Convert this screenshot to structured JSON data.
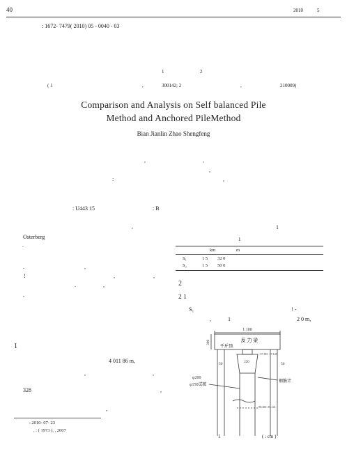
{
  "header": {
    "page_number": "40",
    "year": "2010",
    "issue": "5"
  },
  "article_id": ": 1672- 7479( 2010) 05 - 0040 - 03",
  "title_cn_marks": [
    "1",
    "2"
  ],
  "affiliation": {
    "line": "( 1",
    "sep1": ",",
    "zip1": "300142; 2",
    "sep2": ",",
    "zip2": "210009)"
  },
  "title_en": {
    "line1": "Comparison and Analysis on Self balanced Pile",
    "line2": "Method and Anchored PileMethod"
  },
  "authors_en": "Bian Jianlin    Zhao Shengfeng",
  "abstract_marks": {
    "a1": ",",
    "a2": ",",
    "a3": ",",
    "a4": ":",
    "a5": ","
  },
  "classification": {
    "clc": ": U443 15",
    "code": ": B"
  },
  "body_left": {
    "comma1": ",",
    "osterberg": "Osterberg",
    "dot1": ".",
    "l_a": ".",
    "l_b": ",",
    "l_c": "!",
    "l_d": ",",
    "l_e": ",",
    "l_f": ".",
    "l_g": ",",
    "l_h": ",",
    "section1": "1",
    "depth": "4 011  86 m,",
    "l_i": ",",
    "l_j": ",",
    "num328": "328",
    "l_k": ",",
    "l_l": ","
  },
  "footnote": {
    "received": ": 2010- 07- 23",
    "author": ",     :          ( 1973   ),    , 2007"
  },
  "body_right": {
    "ref1": "1",
    "table_title": "1"
  },
  "table": {
    "headers": [
      "km",
      "m"
    ],
    "rows": [
      {
        "name": "S₁",
        "cells": [
          "1  5",
          "32  0"
        ]
      },
      {
        "name": "S₂",
        "cells": [
          "1  5",
          "50  0"
        ]
      }
    ]
  },
  "section2": {
    "heading": "2",
    "sub": "2  1",
    "p1_start": "S₁",
    "p1_mark": "!  -",
    "p2_a": ",",
    "p2_b": "1",
    "p2_c": "2  0 m,"
  },
  "figure": {
    "dim_top": "1 100",
    "beam_label": "反 力 梁",
    "jack_label": "千斤顶",
    "dim_side": "300",
    "dim_left": "50",
    "dim_right": "50",
    "dim_mid": "220",
    "elev1": "-37.385\n-37.145",
    "elev2": "-89.386\n-87.141",
    "phi_pile": "φ200",
    "test_pile": "φ150试桩",
    "rebar_gauge": "钢筋计",
    "caption_num": "1",
    "caption_unit": "(      : cm )"
  }
}
